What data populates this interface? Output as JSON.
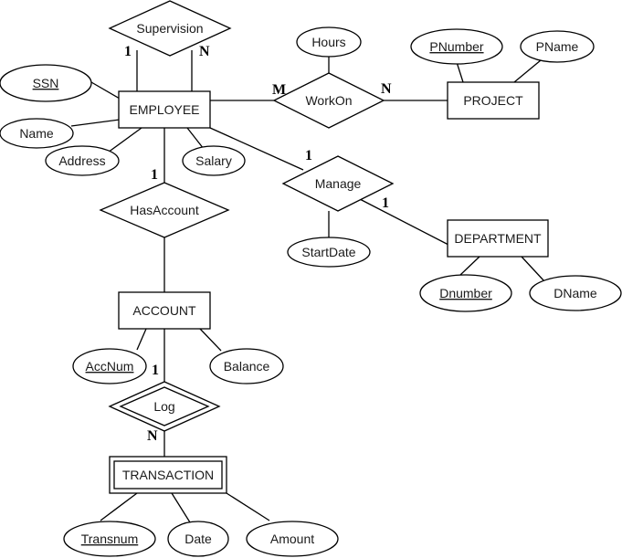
{
  "diagram": {
    "entities": {
      "employee": "EMPLOYEE",
      "project": "PROJECT",
      "department": "DEPARTMENT",
      "account": "ACCOUNT",
      "transaction": "TRANSACTION"
    },
    "relationships": {
      "supervision": "Supervision",
      "workon": "WorkOn",
      "manage": "Manage",
      "hasaccount": "HasAccount",
      "log": "Log"
    },
    "attributes": {
      "ssn": "SSN",
      "name": "Name",
      "address": "Address",
      "salary": "Salary",
      "hours": "Hours",
      "pnumber": "PNumber",
      "pname": "PName",
      "startdate": "StartDate",
      "dnumber": "Dnumber",
      "dname": "DName",
      "accnum": "AccNum",
      "balance": "Balance",
      "transnum": "Transnum",
      "date": "Date",
      "amount": "Amount"
    },
    "cardinalities": {
      "supervision_left": "1",
      "supervision_right": "N",
      "workon_employee": "M",
      "workon_project": "N",
      "manage_employee": "1",
      "manage_department": "1",
      "hasaccount_employee": "1",
      "log_account": "1",
      "log_transaction": "N"
    }
  }
}
